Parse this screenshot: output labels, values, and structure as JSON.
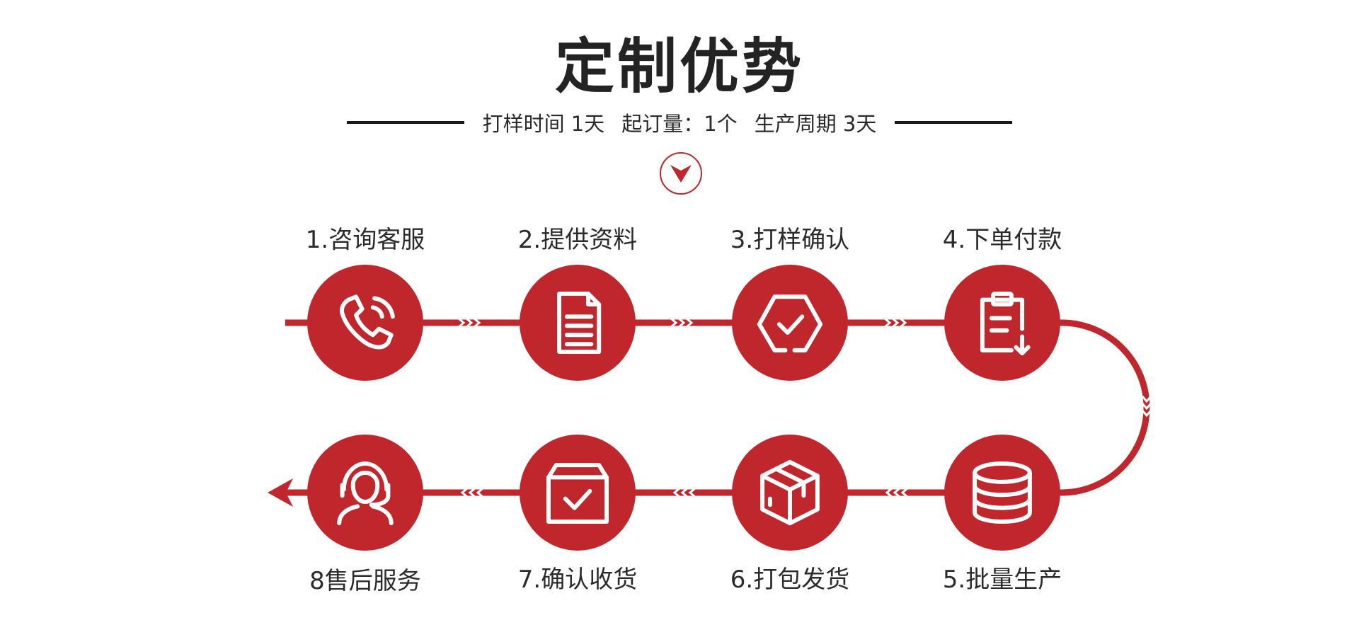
{
  "header": {
    "title": "定制优势",
    "subtitle": {
      "item1": "打样时间 1天",
      "item2": "起订量：1个",
      "item3": "生产周期 3天"
    }
  },
  "colors": {
    "accent": "#c0272d",
    "text": "#222222"
  },
  "steps": [
    {
      "label": "1.咨询客服",
      "icon": "phone-icon"
    },
    {
      "label": "2.提供资料",
      "icon": "document-icon"
    },
    {
      "label": "3.打样确认",
      "icon": "hexagon-check-icon"
    },
    {
      "label": "4.下单付款",
      "icon": "clipboard-download-icon"
    },
    {
      "label": "5.批量生产",
      "icon": "database-stack-icon"
    },
    {
      "label": "6.打包发货",
      "icon": "package-box-icon"
    },
    {
      "label": "7.确认收货",
      "icon": "box-check-icon"
    },
    {
      "label": "8售后服务",
      "icon": "headset-agent-icon"
    }
  ]
}
